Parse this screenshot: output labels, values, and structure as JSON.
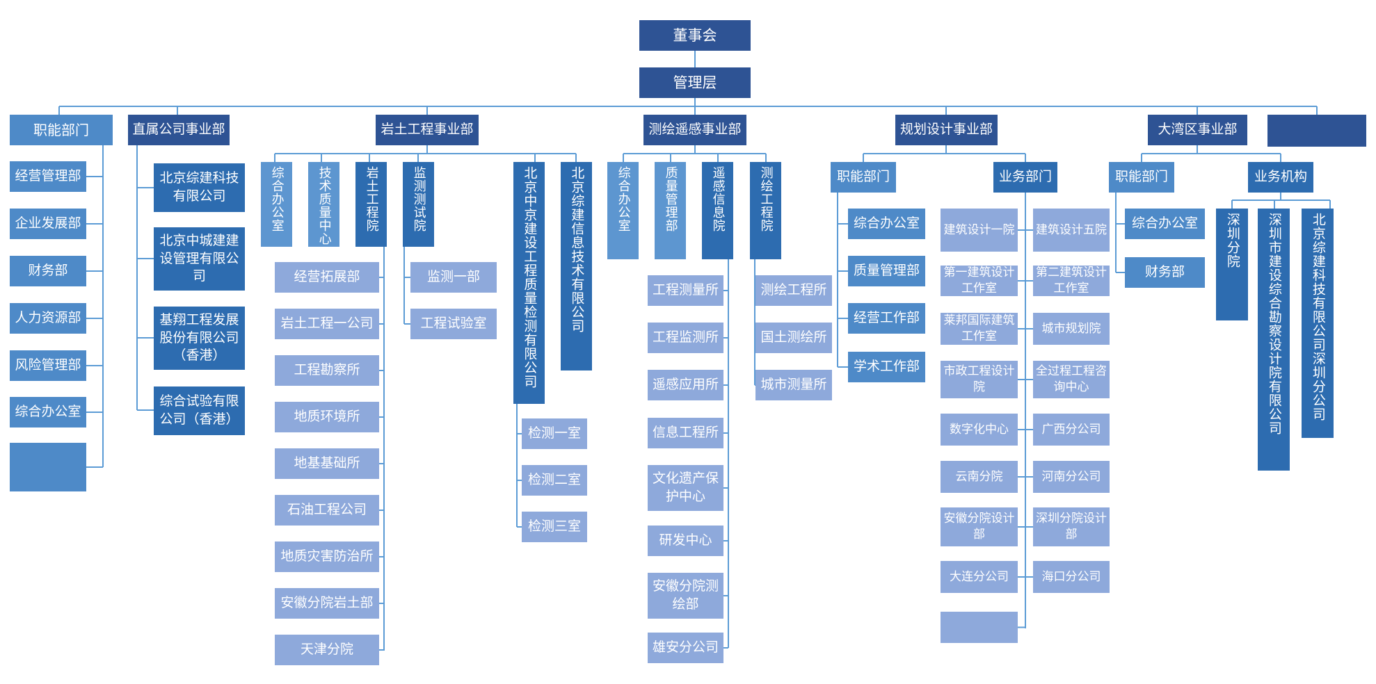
{
  "colors": {
    "connector": "#5b9bd5",
    "dark_navy": "#2e5394",
    "mid_blue": "#4e8ac8",
    "deep_blue": "#2d6cb0",
    "light_blue": "#8ea9db"
  },
  "nodes": {
    "board": "董事会",
    "management": "管理层",
    "func_dept": "职能部门",
    "func_items": [
      "经营管理部",
      "企业发展部",
      "财务部",
      "人力资源部",
      "风险管理部",
      "综合办公室",
      ""
    ],
    "subsidiary_div": "直属公司事业部",
    "subsidiaries": [
      "北京综建科技有限公司",
      "北京中城建建设管理有限公司",
      "基翔工程发展股份有限公司（香港）",
      "综合试验有限公司（香港）"
    ],
    "geo_div": "岩土工程事业部",
    "geo_units": [
      "综合办公室",
      "技术质量中心",
      "岩土工程院",
      "监测测试院"
    ],
    "geo_institute_items": [
      "经营拓展部",
      "岩土工程一公司",
      "工程勘察所",
      "地质环境所",
      "地基基础所",
      "石油工程公司",
      "地质灾害防治所",
      "安徽分院岩土部",
      "天津分院"
    ],
    "monitor_items": [
      "监测一部",
      "工程试验室"
    ],
    "geo_companies": [
      "北京中京建设工程质量检测有限公司",
      "北京综建信息技术有限公司"
    ],
    "qc_labs": [
      "检测一室",
      "检测二室",
      "检测三室"
    ],
    "survey_div": "测绘遥感事业部",
    "survey_units": [
      "综合办公室",
      "质量管理部",
      "遥感信息院",
      "测绘工程院"
    ],
    "rs_items": [
      "工程测量所",
      "工程监测所",
      "遥感应用所",
      "信息工程所",
      "文化遗产保护中心",
      "研发中心",
      "安徽分院测绘部",
      "雄安分公司"
    ],
    "se_items": [
      "测绘工程所",
      "国土测绘所",
      "城市测量所"
    ],
    "plan_div": "规划设计事业部",
    "plan_func": "职能部门",
    "plan_func_items": [
      "综合办公室",
      "质量管理部",
      "经营工作部",
      "学术工作部"
    ],
    "plan_biz": "业务部门",
    "plan_biz_left": [
      "建筑设计一院",
      "第一建筑设计工作室",
      "莱邦国际建筑工作室",
      "市政工程设计院",
      "数字化中心",
      "云南分院",
      "安徽分院设计部",
      "大连分公司",
      ""
    ],
    "plan_biz_right": [
      "建筑设计五院",
      "第二建筑设计工作室",
      "城市规划院",
      "全过程工程咨询中心",
      "广西分公司",
      "河南分公司",
      "深圳分院设计部",
      "海口分公司"
    ],
    "bay_div": "大湾区事业部",
    "bay_func": "职能部门",
    "bay_func_items": [
      "综合办公室",
      "财务部"
    ],
    "bay_biz": "业务机构",
    "bay_biz_items": [
      "深圳分院",
      "深圳市建设综合勘察设计院有限公司",
      "北京综建科技有限公司深圳分公司"
    ],
    "extra_div": ""
  }
}
